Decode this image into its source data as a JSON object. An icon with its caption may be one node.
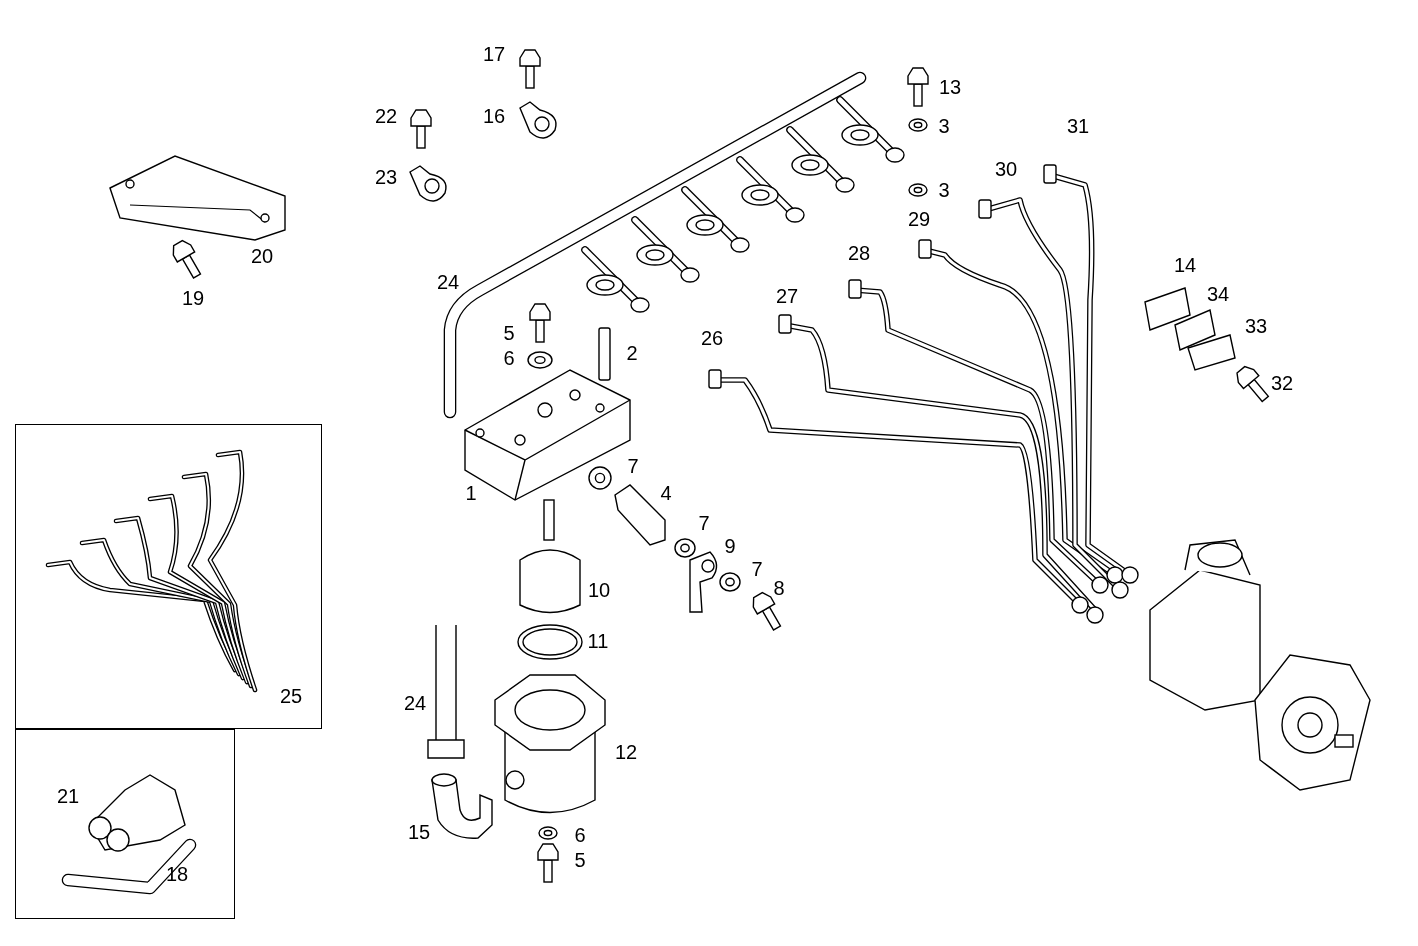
{
  "diagram": {
    "nodes": [
      {
        "text": [
          "25"
        ]
      },
      {
        "text": [
          "21",
          "18"
        ]
      }
    ],
    "labels": [
      "17",
      "22",
      "16",
      "13",
      "3",
      "23",
      "31",
      "30",
      "3",
      "29",
      "20",
      "28",
      "14",
      "24",
      "27",
      "34",
      "19",
      "5",
      "33",
      "2",
      "6",
      "26",
      "32",
      "7",
      "1",
      "4",
      "7",
      "9",
      "10",
      "7",
      "8",
      "11",
      "24",
      "12",
      "15",
      "6",
      "5"
    ]
  }
}
